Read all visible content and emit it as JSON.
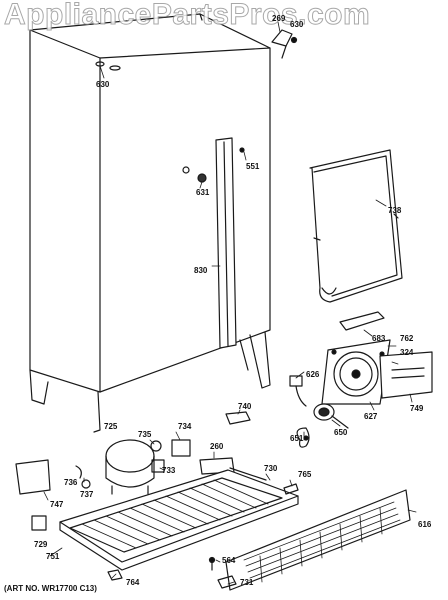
{
  "watermark": "AppliancePartsPros.com",
  "art_number": "(ART NO. WR17700 C13)",
  "callouts": {
    "p269": "269",
    "p630": "630",
    "p630b": "630",
    "p551": "551",
    "p631": "631",
    "p738": "738",
    "p830": "830",
    "p762": "762",
    "p683": "683",
    "p324": "324",
    "p626": "626",
    "p740": "740",
    "p749": "749",
    "p627": "627",
    "p725": "725",
    "p735": "735",
    "p734": "734",
    "p260": "260",
    "p651": "651",
    "p650": "650",
    "p733": "733",
    "p730": "730",
    "p765": "765",
    "p736": "736",
    "p737": "737",
    "p747": "747",
    "p616": "616",
    "p729": "729",
    "p751": "751",
    "p564": "564",
    "p764": "764",
    "p731": "731"
  }
}
